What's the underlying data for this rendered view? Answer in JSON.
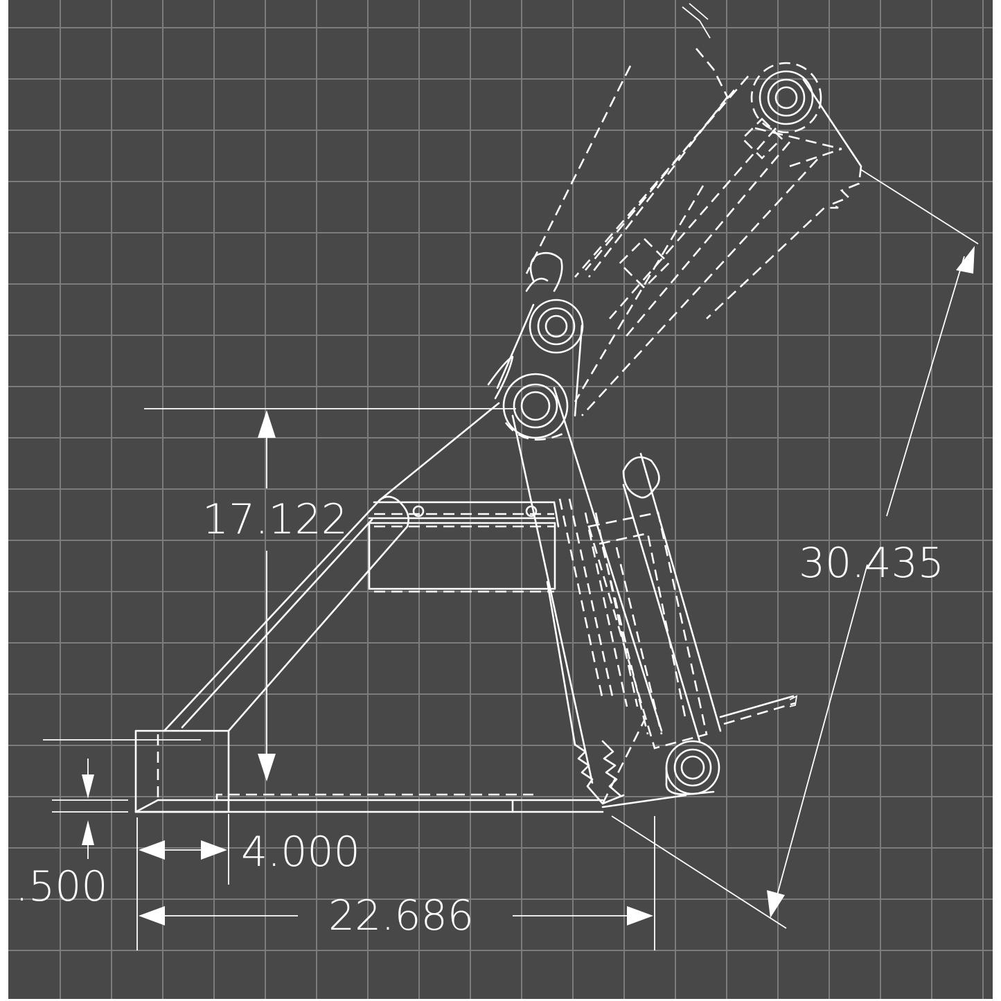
{
  "diagram": {
    "type": "technical-drawing",
    "subject": "loader attachment side profile with dimensions",
    "background_color": "#484848",
    "grid_color": "#7c7c7c",
    "line_color": "#ffffff"
  },
  "dimensions": {
    "height_label": "17.122",
    "reach_label": "30.435",
    "plate_thickness_label": ".500",
    "base_width_label": "4.000",
    "overall_length_label": "22.686"
  }
}
